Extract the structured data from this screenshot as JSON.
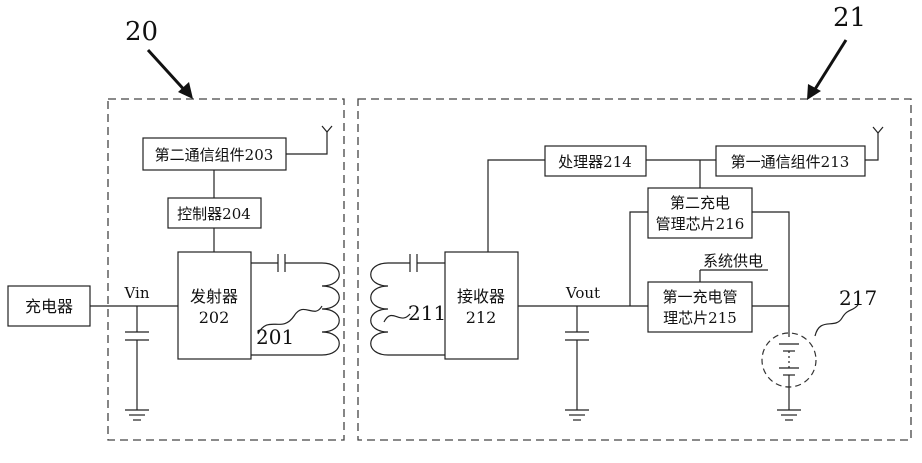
{
  "labels": {
    "system_tx": "20",
    "system_rx": "21",
    "charger": "充电器",
    "vin": "Vin",
    "comm2": "第二通信组件203",
    "controller": "控制器204",
    "transmitter_1": "发射器",
    "transmitter_2": "202",
    "coil_tx": "201",
    "coil_rx": "211",
    "receiver_1": "接收器",
    "receiver_2": "212",
    "vout": "Vout",
    "processor": "处理器214",
    "comm1": "第一通信组件213",
    "chip2_1": "第二充电",
    "chip2_2": "管理芯片216",
    "system_power": "系统供电",
    "chip1_1": "第一充电管",
    "chip1_2": "理芯片215",
    "battery": "217"
  }
}
